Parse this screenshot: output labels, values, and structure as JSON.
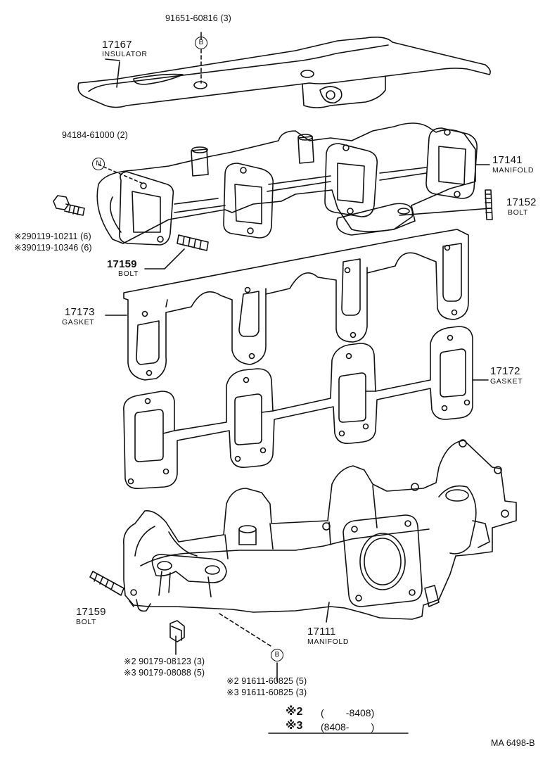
{
  "diagram": {
    "parts": [
      {
        "number": "17167",
        "name": "INSULATOR"
      },
      {
        "number": "17141",
        "name": "MANIFOLD"
      },
      {
        "number": "17152",
        "name": "BOLT"
      },
      {
        "number": "17159",
        "name": "BOLT"
      },
      {
        "number": "17173",
        "name": "GASKET"
      },
      {
        "number": "17172",
        "name": "GASKET"
      },
      {
        "number": "17159",
        "name": "BOLT"
      },
      {
        "number": "17111",
        "name": "MANIFOLD"
      }
    ],
    "refs": {
      "top_bolt": "91651-60816 (3)",
      "nut_n": "94184-61000 (2)",
      "stud_a": "※290119-10211 (6)",
      "stud_b": "※390119-10346 (6)",
      "nut_a": "※2 90179-08123 (3)",
      "nut_b": "※3 90179-08088 (5)",
      "bolt_a": "※2 91611-60825 (5)",
      "bolt_b": "※3 91611-60825 (3)"
    },
    "markers": {
      "b": "B",
      "n": "N"
    },
    "legend": {
      "row1_mark": "※2",
      "row1_period": "(        -8408)",
      "row2_mark": "※3",
      "row2_period": "(8408-        )"
    },
    "figure_code": "MA 6498-B"
  }
}
